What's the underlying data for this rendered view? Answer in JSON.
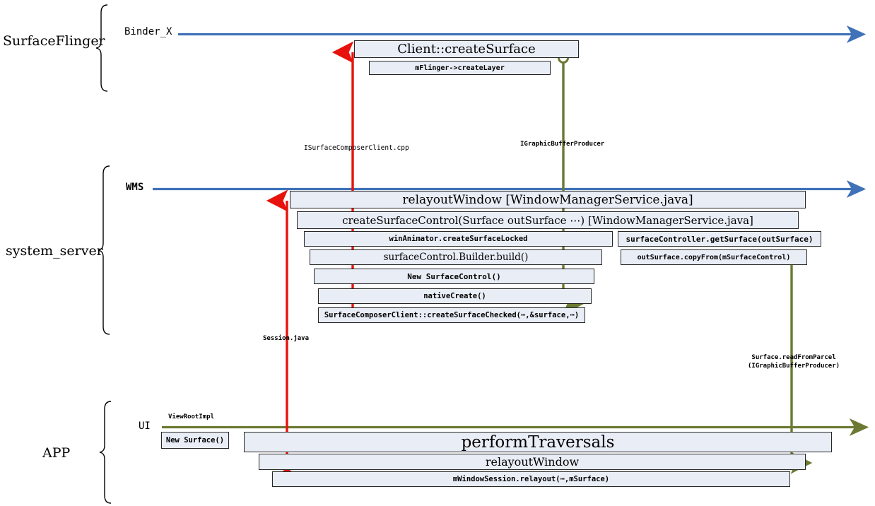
{
  "diagram": {
    "title": "Android Surface creation sequence diagram",
    "colors": {
      "binder_line": "#3f72b8",
      "ui_line": "#6b7a33",
      "return_arrow": "#e8120c",
      "buffer_arrow": "#6b7a33",
      "box_fill": "#e9edf6",
      "box_border": "#262626"
    }
  },
  "processes": [
    {
      "name": "SurfaceFlinger"
    },
    {
      "name": "system_server"
    },
    {
      "name": "APP"
    }
  ],
  "threads": [
    {
      "name": "Binder_X"
    },
    {
      "name": "WMS"
    },
    {
      "name": "UI"
    }
  ],
  "annotations": {
    "isurfacecomposerclient": "ISurfaceComposerClient.cpp",
    "igraphicbufferproducer": "IGraphicBufferProducer",
    "session_java": "Session.java",
    "viewrootimpl": "ViewRootImpl",
    "surface_readfromparcel_line1": "Surface.readFromParcel",
    "surface_readfromparcel_line2": "(IGraphicBufferProducer)"
  },
  "boxes": {
    "surfaceflinger": [
      {
        "label": "Client::createSurface"
      },
      {
        "label": "mFlinger->createLayer"
      }
    ],
    "system_server": [
      {
        "label": "relayoutWindow [WindowManagerService.java]"
      },
      {
        "label": "createSurfaceControl(Surface outSurface  ⋯)   [WindowManagerService.java]"
      },
      {
        "label": "winAnimator.createSurfaceLocked"
      },
      {
        "label": "surfaceControl.Builder.build()"
      },
      {
        "label": "New SurfaceControl()"
      },
      {
        "label": "nativeCreate()"
      },
      {
        "label": "SurfaceComposerClient::createSurfaceChecked(⋯,&surface,⋯)"
      },
      {
        "label": "surfaceController.getSurface(outSurface)"
      },
      {
        "label": "outSurface.copyFrom(mSurfaceControl)"
      }
    ],
    "app": [
      {
        "label": "New Surface()"
      },
      {
        "label": "performTraversals"
      },
      {
        "label": "relayoutWindow"
      },
      {
        "label": "mWindowSession.relayout(⋯,mSurface)"
      }
    ]
  }
}
